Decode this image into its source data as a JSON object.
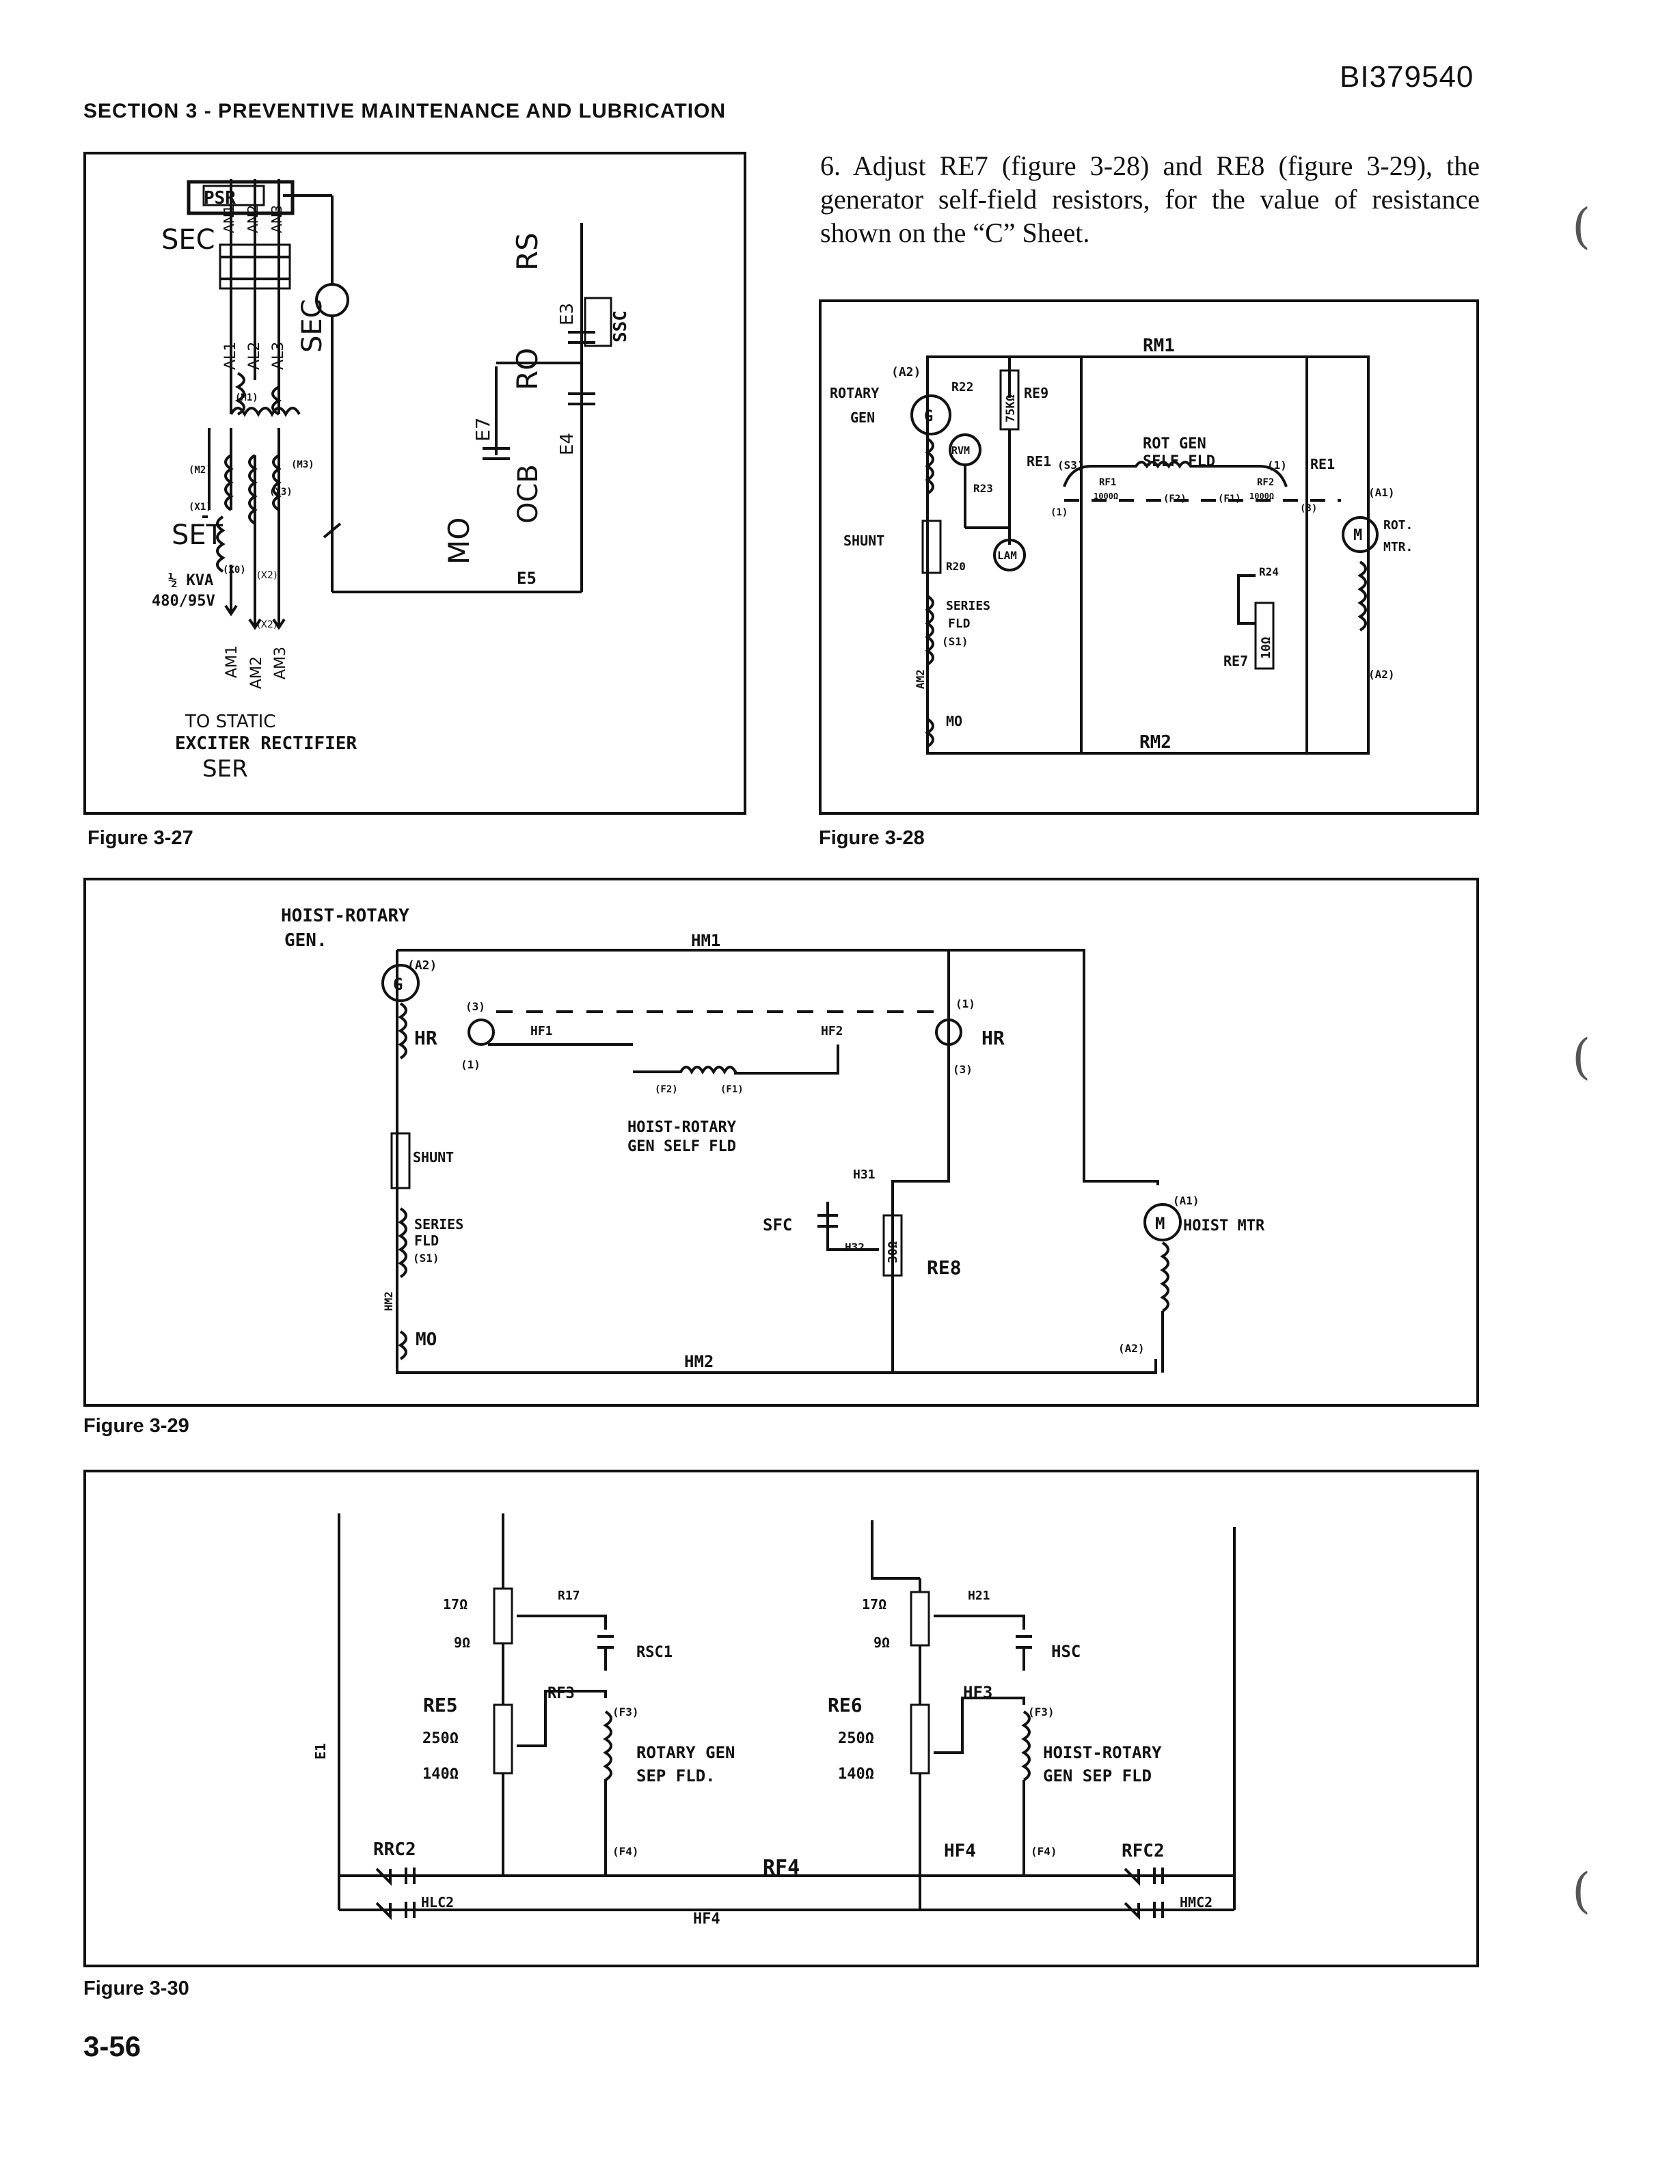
{
  "header": {
    "doc_id": "BI379540",
    "section_title": "SECTION 3 - PREVENTIVE MAINTENANCE AND LUBRICATION"
  },
  "body_text": "6. Adjust RE7 (figure 3-28) and RE8 (figure 3-29), the generator self-field resistors, for the value of resistance shown on the “C” Sheet.",
  "figures": {
    "fig27": {
      "caption": "Figure 3-27",
      "labels": {
        "psr": "PSR",
        "sec": "SEC",
        "an1": "AN1",
        "an2": "AN2",
        "an3": "AN3",
        "al1": "AL1",
        "al2": "AL2",
        "al3": "AL3",
        "m1": "(M1)",
        "m2": "(M2)",
        "m3": "(M3)",
        "x1": "(X1)",
        "x3": "(X3)",
        "x2": "(X2)",
        "set": "SET",
        "kva": "½ KVA",
        "volts": "480/95V",
        "x0": "(X0)",
        "am1": "AM1",
        "am2": "AM2",
        "am3": "AM3",
        "to_static": "TO STATIC",
        "exciter": "EXCITER RECTIFIER",
        "ser": "SER",
        "sec_coil": "SEC",
        "rs": "RS",
        "ro": "RO",
        "ocb": "OCB",
        "mo": "MO",
        "e7": "E7",
        "e3": "E3",
        "e4": "E4",
        "e5": "E5",
        "ssc": "SSC"
      }
    },
    "fig28": {
      "caption": "Figure 3-28",
      "labels": {
        "rm1": "RM1",
        "rm2": "RM2",
        "a2": "(A2)",
        "rotary": "ROTARY",
        "gen": "GEN",
        "g": "G",
        "r22": "R22",
        "r75": "75KΩ",
        "re9": "RE9",
        "rvm": "RVM",
        "re1_left": "RE1",
        "re1_right": "RE1",
        "r23": "R23",
        "s3": "(S3)",
        "rot_gen": "ROT GEN",
        "self_fld": "SELF FLD",
        "rf1": "RF1",
        "rf2": "RF2",
        "one_left": "(1)",
        "one_right": "(1)",
        "f2": "(F2)",
        "f1": "(F1)",
        "ohm1000a": "1000Ω",
        "ohm1000b": "1000Ω",
        "three": "(3)",
        "shunt": "SHUNT",
        "r20": "R20",
        "lam": "LAM",
        "r24": "R24",
        "series": "SERIES",
        "fld": "FLD",
        "s1": "(S1)",
        "am2": "AM2",
        "mo": "MO",
        "r10": "10Ω",
        "re7": "RE7",
        "a1": "(A1)",
        "m": "M",
        "rot": "ROT.",
        "mtr": "MTR.",
        "a2_mtr": "(A2)"
      }
    },
    "fig29": {
      "caption": "Figure 3-29",
      "labels": {
        "hoist_rotary": "HOIST-ROTARY",
        "gen": "GEN.",
        "hm1": "HM1",
        "hm2": "HM2",
        "a2": "(A2)",
        "g": "G",
        "three_l": "(3)",
        "one_l": "(1)",
        "one_r": "(1)",
        "three_r": "(3)",
        "hr_left": "HR",
        "hr_right": "HR",
        "hf1": "HF1",
        "hf2": "HF2",
        "f2": "(F2)",
        "f1": "(F1)",
        "self_fld1": "HOIST-ROTARY",
        "self_fld2": "GEN SELF FLD",
        "shunt": "SHUNT",
        "series": "SERIES",
        "fld": "FLD",
        "s1": "(S1)",
        "hm2v": "HM2",
        "mo": "MO",
        "h31": "H31",
        "sfc": "SFC",
        "h32": "H32",
        "r30": "30Ω",
        "re8": "RE8",
        "a1": "(A1)",
        "m": "M",
        "hoist_mtr": "HOIST MTR",
        "a2_mtr": "(A2)"
      }
    },
    "fig30": {
      "caption": "Figure 3-30",
      "labels": {
        "r17": "R17",
        "h21": "H21",
        "ohm17a": "17Ω",
        "ohm9a": "9Ω",
        "ohm17b": "17Ω",
        "ohm9b": "9Ω",
        "rsc1": "RSC1",
        "hsc": "HSC",
        "re5": "RE5",
        "re6": "RE6",
        "rf3": "RF3",
        "hf3": "HF3",
        "f3a": "(F3)",
        "f3b": "(F3)",
        "ohm250a": "250Ω",
        "ohm140a": "140Ω",
        "ohm250b": "250Ω",
        "ohm140b": "140Ω",
        "rgs1": "ROTARY GEN",
        "rgs2": "SEP FLD.",
        "hrg1": "HOIST-ROTARY",
        "hrg2": "GEN SEP FLD",
        "e1": "E1",
        "rrc2": "RRC2",
        "f4a": "(F4)",
        "f4b": "(F4)",
        "rf4": "RF4",
        "hf4_bus": "HF4",
        "hf4": "HF4",
        "rfc2": "RFC2",
        "hlc2": "HLC2",
        "hmc2": "HMC2"
      }
    }
  },
  "footer": {
    "page_number": "3-56"
  }
}
